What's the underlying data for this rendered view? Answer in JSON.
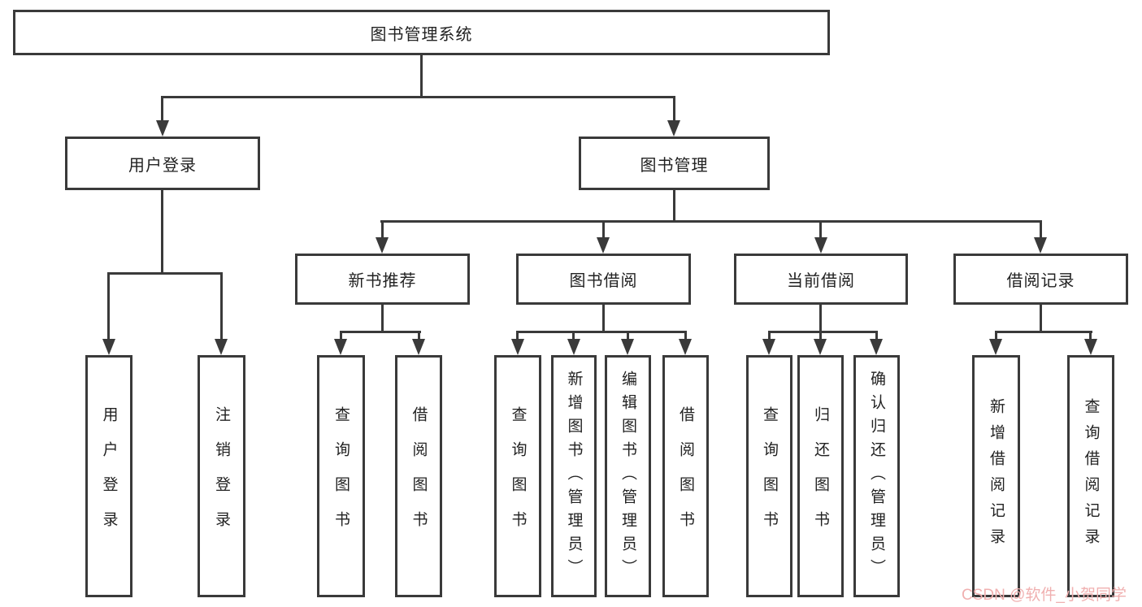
{
  "root": {
    "label": "图书管理系统"
  },
  "level2": [
    {
      "label": "用户登录"
    },
    {
      "label": "图书管理"
    }
  ],
  "level3": [
    {
      "label": "新书推荐"
    },
    {
      "label": "图书借阅"
    },
    {
      "label": "当前借阅"
    },
    {
      "label": "借阅记录"
    }
  ],
  "leaves": {
    "user_login": [
      {
        "label": "用户登录"
      },
      {
        "label": "注销登录"
      }
    ],
    "new_books": [
      {
        "label": "查询图书"
      },
      {
        "label": "借阅图书"
      }
    ],
    "book_borrow": [
      {
        "label": "查询图书"
      },
      {
        "label": "新增图书（管理员）"
      },
      {
        "label": "编辑图书（管理员）"
      },
      {
        "label": "借阅图书"
      }
    ],
    "current_borrow": [
      {
        "label": "查询图书"
      },
      {
        "label": "归还图书"
      },
      {
        "label": "确认归还（管理员）"
      }
    ],
    "borrow_records": [
      {
        "label": "新增借阅记录"
      },
      {
        "label": "查询借阅记录"
      }
    ]
  },
  "watermark": "CSDN @软件_小贺同学",
  "colors": {
    "line": "#3a3a3a",
    "text": "#222222",
    "watermark": "#f0b0b0",
    "background": "#ffffff"
  }
}
